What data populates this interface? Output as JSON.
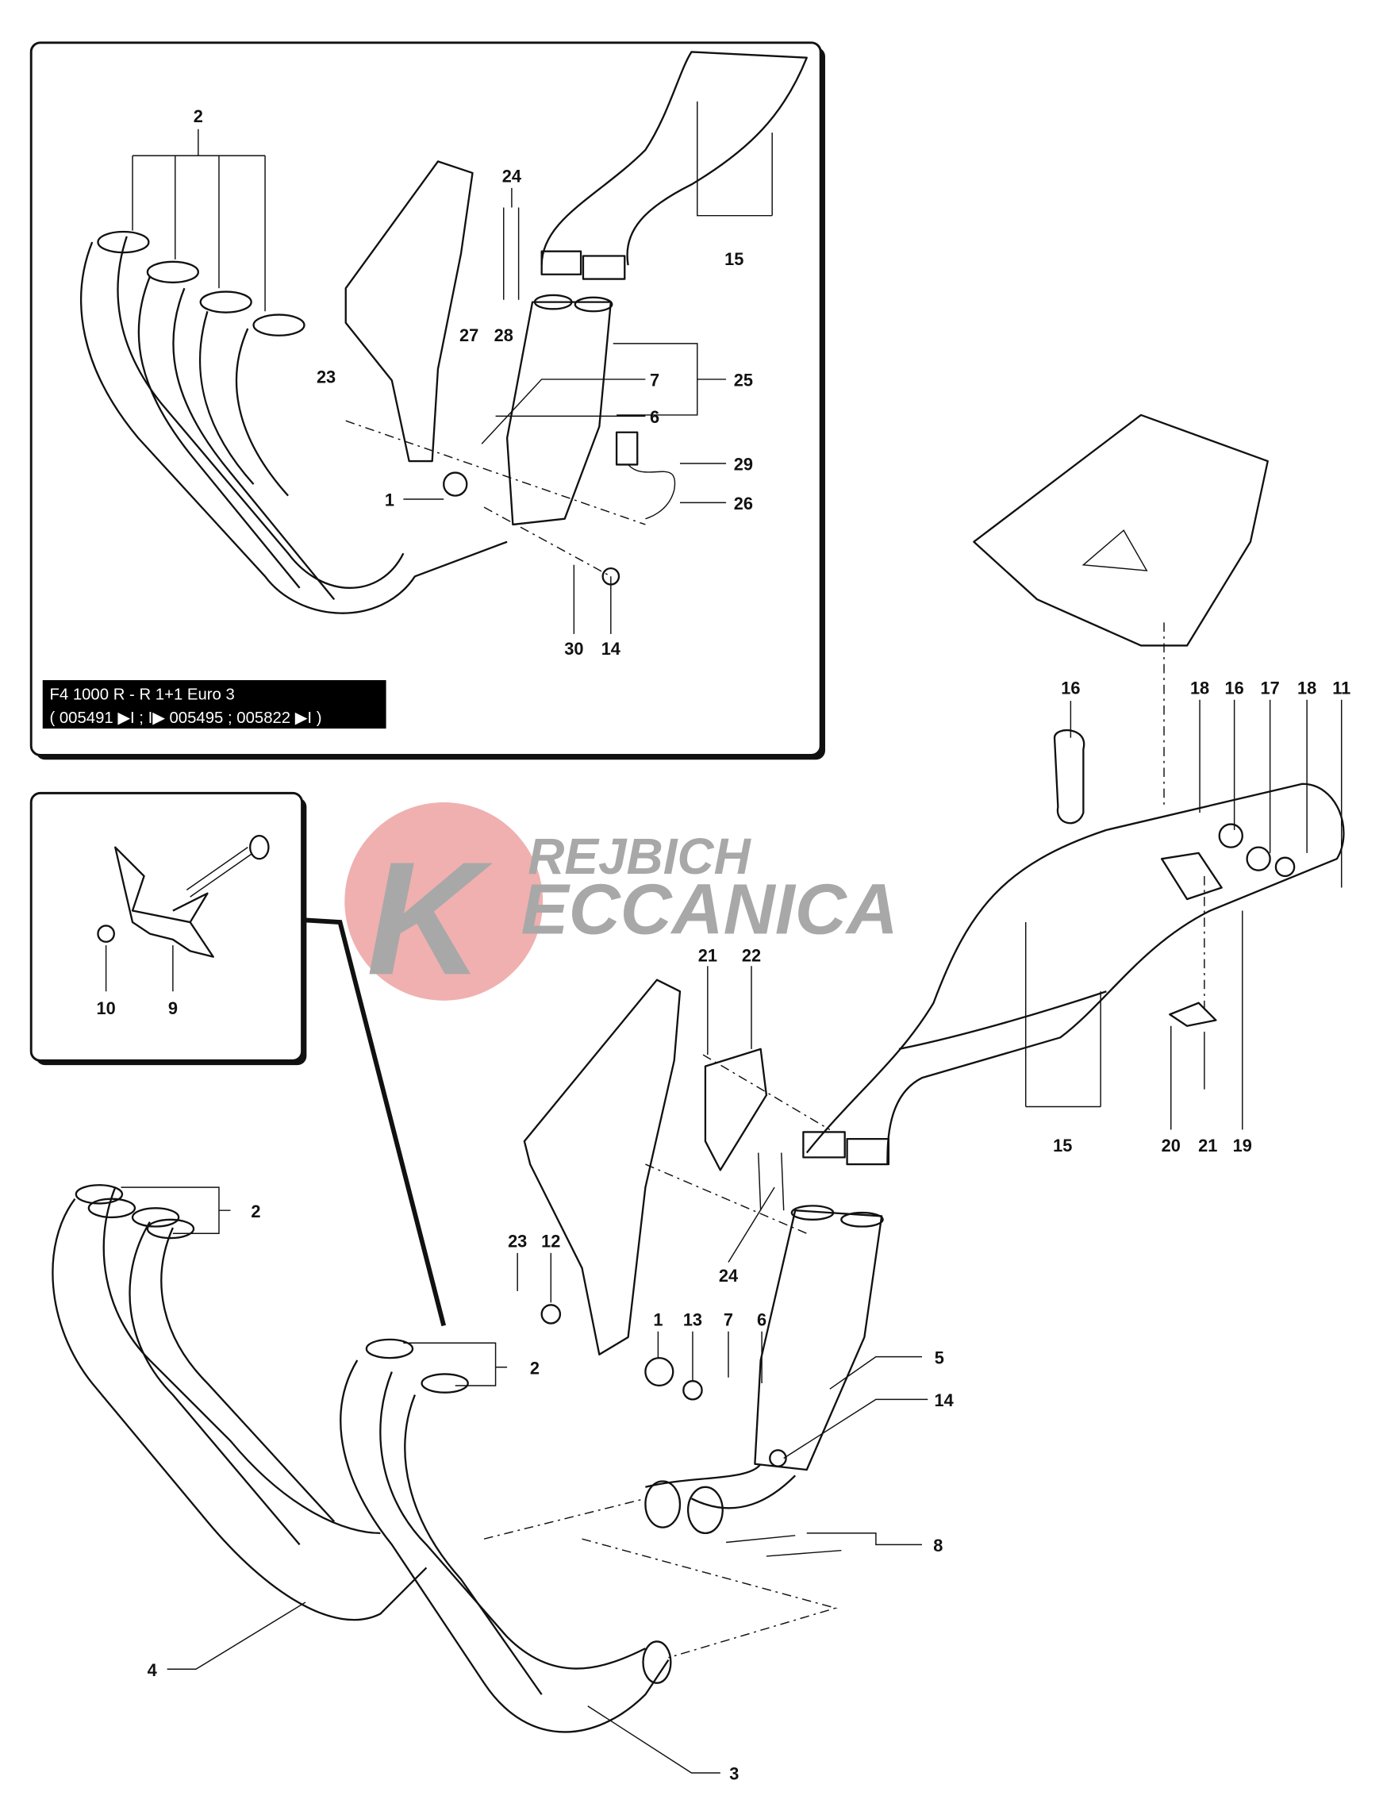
{
  "variant_box": {
    "line1": "F4 1000 R - R 1+1 Euro 3",
    "line2": "( 005491 ▶I ; I▶ 005495 ; 005822 ▶I )"
  },
  "watermark": {
    "initial": "K",
    "line1": "REJBICH",
    "line2": "ECCANICA",
    "color": "#e8a0a0"
  },
  "inset_labels": [
    "2",
    "24",
    "15",
    "27",
    "28",
    "23",
    "7",
    "25",
    "6",
    "29",
    "1",
    "26",
    "30",
    "14"
  ],
  "detail_labels": [
    "10",
    "9"
  ],
  "main_labels": [
    "16",
    "18",
    "16",
    "17",
    "18",
    "11",
    "21",
    "22",
    "15",
    "20",
    "21",
    "19",
    "2",
    "23",
    "12",
    "24",
    "1",
    "13",
    "7",
    "6",
    "5",
    "2",
    "14",
    "8",
    "4",
    "3"
  ]
}
